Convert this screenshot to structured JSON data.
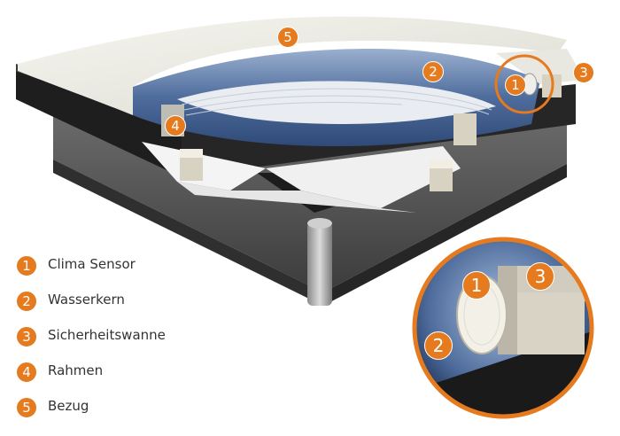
{
  "markers": {
    "m1": "1",
    "m2": "2",
    "m3": "3",
    "m4": "4",
    "m5": "5"
  },
  "legend": [
    {
      "number": "1",
      "label": "Clima Sensor"
    },
    {
      "number": "2",
      "label": "Wasserkern"
    },
    {
      "number": "3",
      "label": "Sicherheitswanne"
    },
    {
      "number": "4",
      "label": "Rahmen"
    },
    {
      "number": "5",
      "label": "Bezug"
    }
  ],
  "zoom": {
    "m1": "1",
    "m2": "2",
    "m3": "3"
  },
  "colors": {
    "accent": "#e57a1e",
    "cover": "#eeeee6",
    "water": "#4a6a9a",
    "frame": "#2b2b2b",
    "base": "#5a5a5a"
  }
}
